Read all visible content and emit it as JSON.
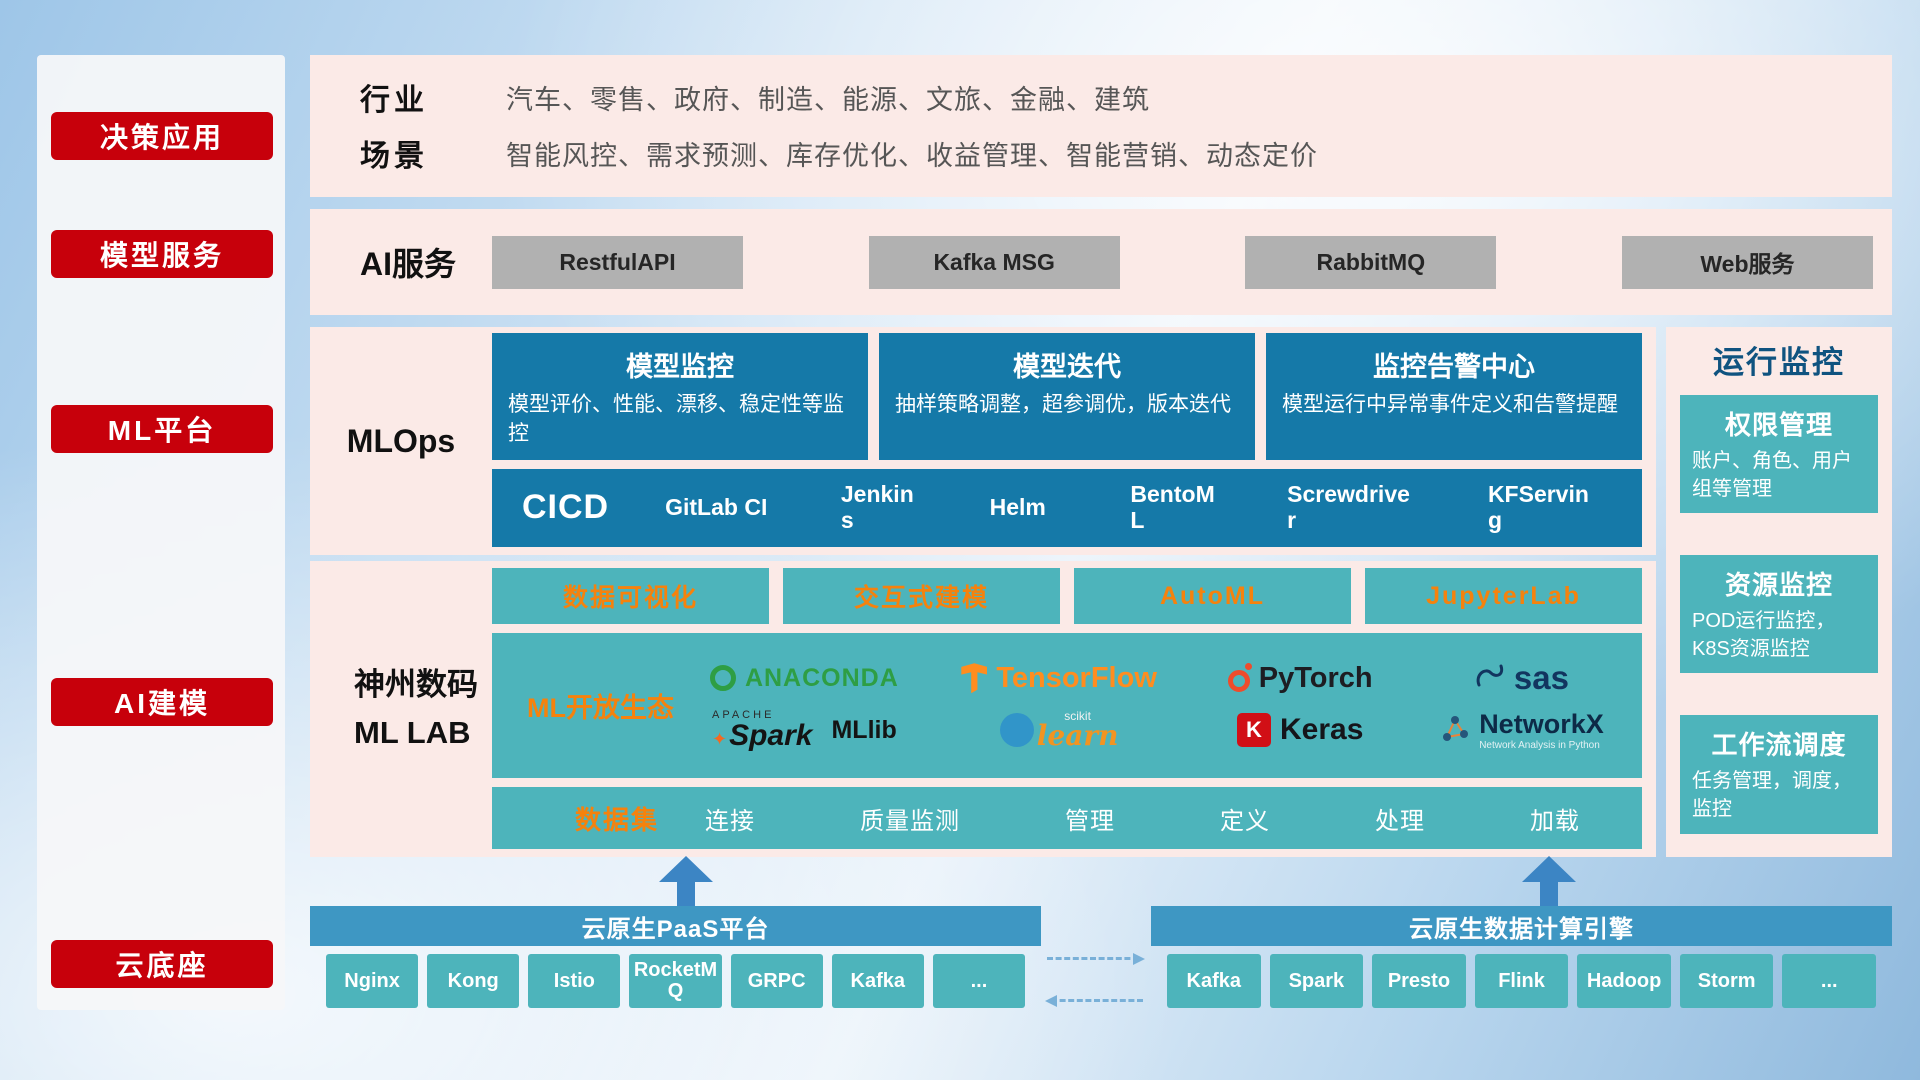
{
  "colors": {
    "red": "#c7000b",
    "pink_panel": "#fbeae7",
    "deep_blue": "#1579a8",
    "teal": "#4db4bb",
    "bar_blue": "#3e97c3",
    "orange": "#f5820d",
    "monitor_title_navy": "#0f5380"
  },
  "sidebar": {
    "items": [
      {
        "label": "决策应用"
      },
      {
        "label": "模型服务"
      },
      {
        "label": "ML平台"
      },
      {
        "label": "AI建模"
      },
      {
        "label": "云底座"
      }
    ]
  },
  "industry": {
    "industry_label": "行业",
    "industry_items": "汽车、零售、政府、制造、能源、文旅、金融、建筑",
    "scene_label": "场景",
    "scene_items": "智能风控、需求预测、库存优化、收益管理、智能营销、动态定价"
  },
  "ai_services": {
    "label": "AI服务",
    "items": [
      {
        "label": "RestfulAPI"
      },
      {
        "label": "Kafka MSG"
      },
      {
        "label": "RabbitMQ"
      },
      {
        "label": "Web服务"
      }
    ]
  },
  "mlops": {
    "label": "MLOps",
    "cards": [
      {
        "title": "模型监控",
        "desc": "模型评价、性能、漂移、稳定性等监控"
      },
      {
        "title": "模型迭代",
        "desc": "抽样策略调整，超参调优，版本迭代"
      },
      {
        "title": "监控告警中心",
        "desc": "模型运行中异常事件定义和告警提醒"
      }
    ],
    "cicd_label": "CICD",
    "cicd_tools": [
      {
        "name": "GitLab CI"
      },
      {
        "name": "Jenkins"
      },
      {
        "name": "Helm"
      },
      {
        "name": "BentoML"
      },
      {
        "name": "Screwdriver"
      },
      {
        "name": "KFServing"
      }
    ]
  },
  "mllab": {
    "label_line1": "神州数码",
    "label_line2": "ML LAB",
    "tools": [
      {
        "label": "数据可视化"
      },
      {
        "label": "交互式建模"
      },
      {
        "label": "AutoML"
      },
      {
        "label": "JupyterLab"
      }
    ],
    "ecosystem_label": "ML开放生态",
    "logos": {
      "anaconda": "ANACONDA",
      "tensorflow": "TensorFlow",
      "pytorch": "PyTorch",
      "sas": "sas",
      "spark_apache": "APACHE",
      "spark": "Spark",
      "mllib": "MLlib",
      "scikit": "scikit",
      "learn": "learn",
      "keras_k": "K",
      "keras": "Keras",
      "networkx": "NetworkX",
      "networkx_sub": "Network Analysis in Python"
    },
    "dataset_label": "数据集",
    "dataset_items": [
      {
        "label": "连接"
      },
      {
        "label": "质量监测"
      },
      {
        "label": "管理"
      },
      {
        "label": "定义"
      },
      {
        "label": "处理"
      },
      {
        "label": "加载"
      }
    ]
  },
  "monitoring": {
    "title": "运行监控",
    "cards": [
      {
        "title": "权限管理",
        "desc": "账户、角色、用户组等管理"
      },
      {
        "title": "资源监控",
        "desc": "POD运行监控，K8S资源监控"
      },
      {
        "title": "工作流调度",
        "desc": "任务管理，调度，监控"
      }
    ]
  },
  "foundation": {
    "paas_title": "云原生PaaS平台",
    "paas_items": [
      {
        "label": "Nginx"
      },
      {
        "label": "Kong"
      },
      {
        "label": "Istio"
      },
      {
        "label": "RocketMQ"
      },
      {
        "label": "GRPC"
      },
      {
        "label": "Kafka"
      },
      {
        "label": "..."
      }
    ],
    "engine_title": "云原生数据计算引擎",
    "engine_items": [
      {
        "label": "Kafka"
      },
      {
        "label": "Spark"
      },
      {
        "label": "Presto"
      },
      {
        "label": "Flink"
      },
      {
        "label": "Hadoop"
      },
      {
        "label": "Storm"
      },
      {
        "label": "..."
      }
    ]
  }
}
